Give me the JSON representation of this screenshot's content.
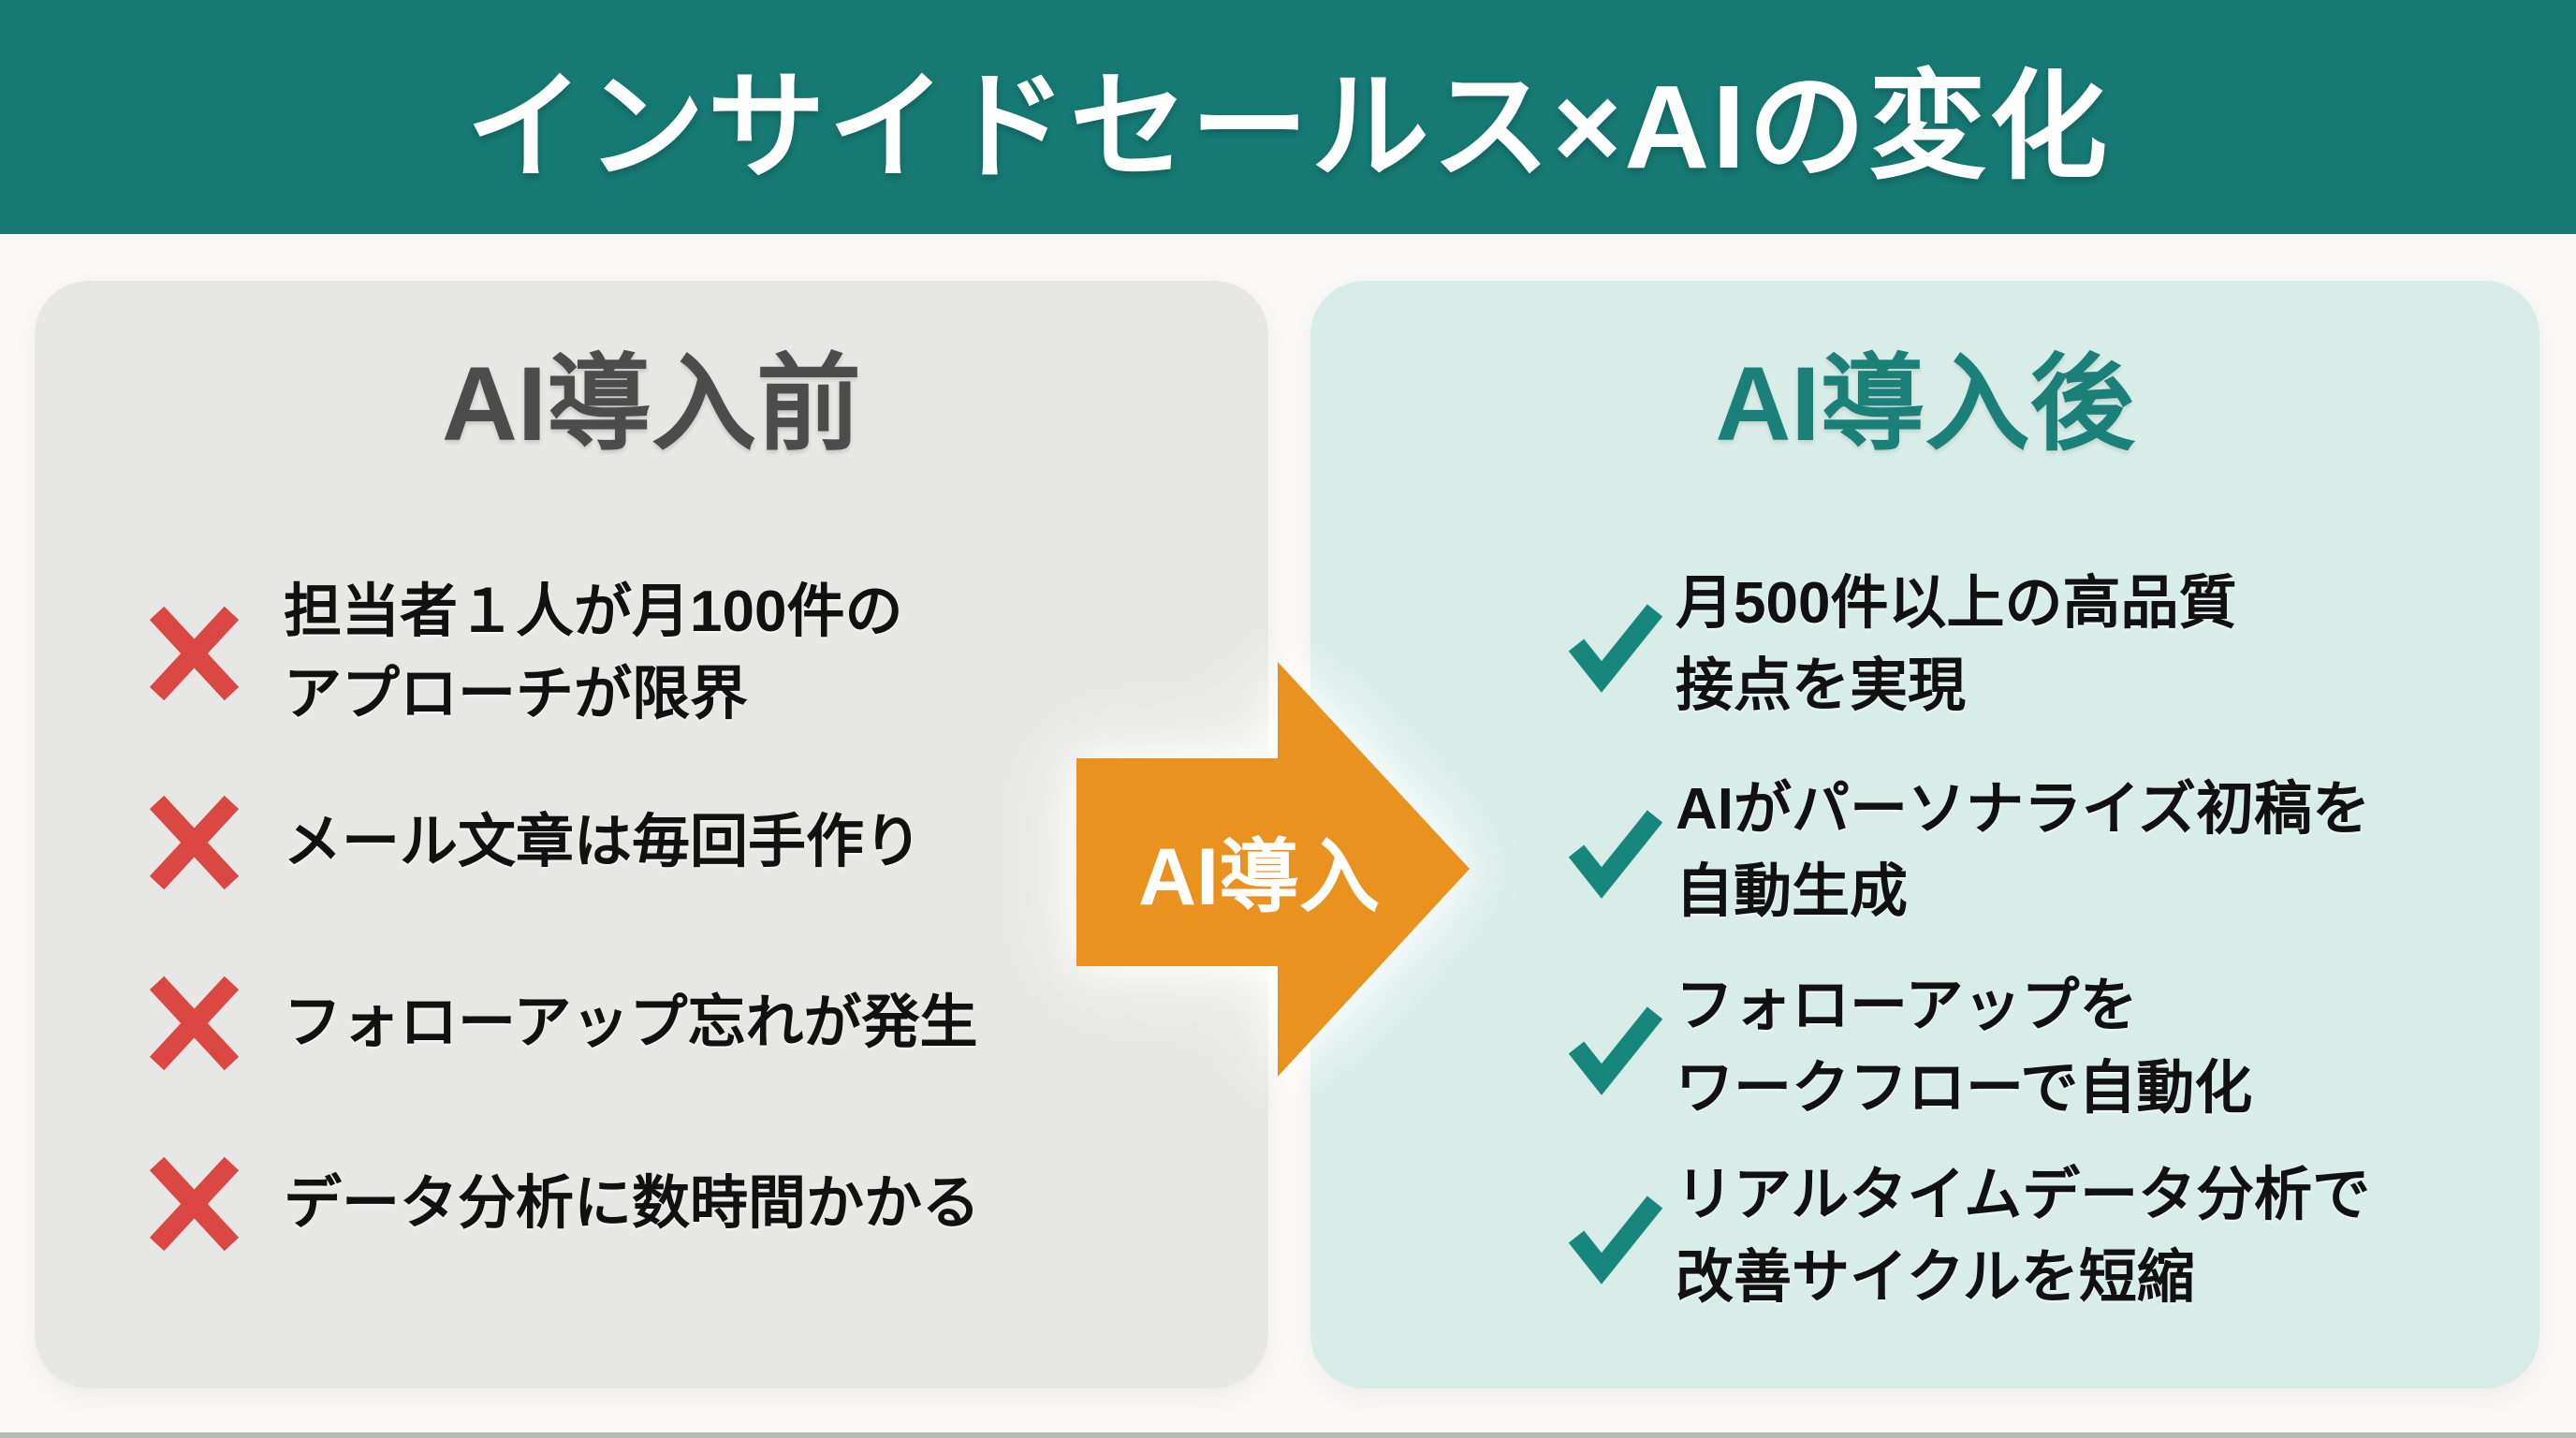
{
  "header": {
    "title": "インサイドセールス×AIの変化"
  },
  "before_panel": {
    "title": "AI導入前",
    "items": [
      {
        "line1": "担当者１人が月100件の",
        "line2": "アプローチが限界"
      },
      {
        "line1": "メール文章は毎回手作り",
        "line2": ""
      },
      {
        "line1": "フォローアップ忘れが発生",
        "line2": ""
      },
      {
        "line1": "データ分析に数時間かかる",
        "line2": ""
      }
    ]
  },
  "arrow": {
    "label": "AI導入"
  },
  "after_panel": {
    "title": "AI導入後",
    "items": [
      {
        "line1": "月500件以上の高品質",
        "line2": "接点を実現"
      },
      {
        "line1": "AIがパーソナライズ初稿を",
        "line2": "自動生成"
      },
      {
        "line1": "フォローアップを",
        "line2": "ワークフローで自動化"
      },
      {
        "line1": "リアルタイムデータ分析で",
        "line2": "改善サイクルを短縮"
      }
    ]
  },
  "icons": {
    "before_item_icon": "cross-icon",
    "after_item_icon": "check-icon",
    "arrow_icon": "right-arrow-icon"
  },
  "colors": {
    "header_bg": "#167973",
    "before_panel_bg": "#e7e7e5",
    "after_panel_bg": "#d8ece8",
    "arrow_orange": "#ea9220",
    "cross_red": "#db4742",
    "check_teal": "#17877e",
    "before_title": "#4c4c4c",
    "after_title": "#1a8078",
    "item_text": "#111111",
    "title_text": "#ffffff"
  }
}
